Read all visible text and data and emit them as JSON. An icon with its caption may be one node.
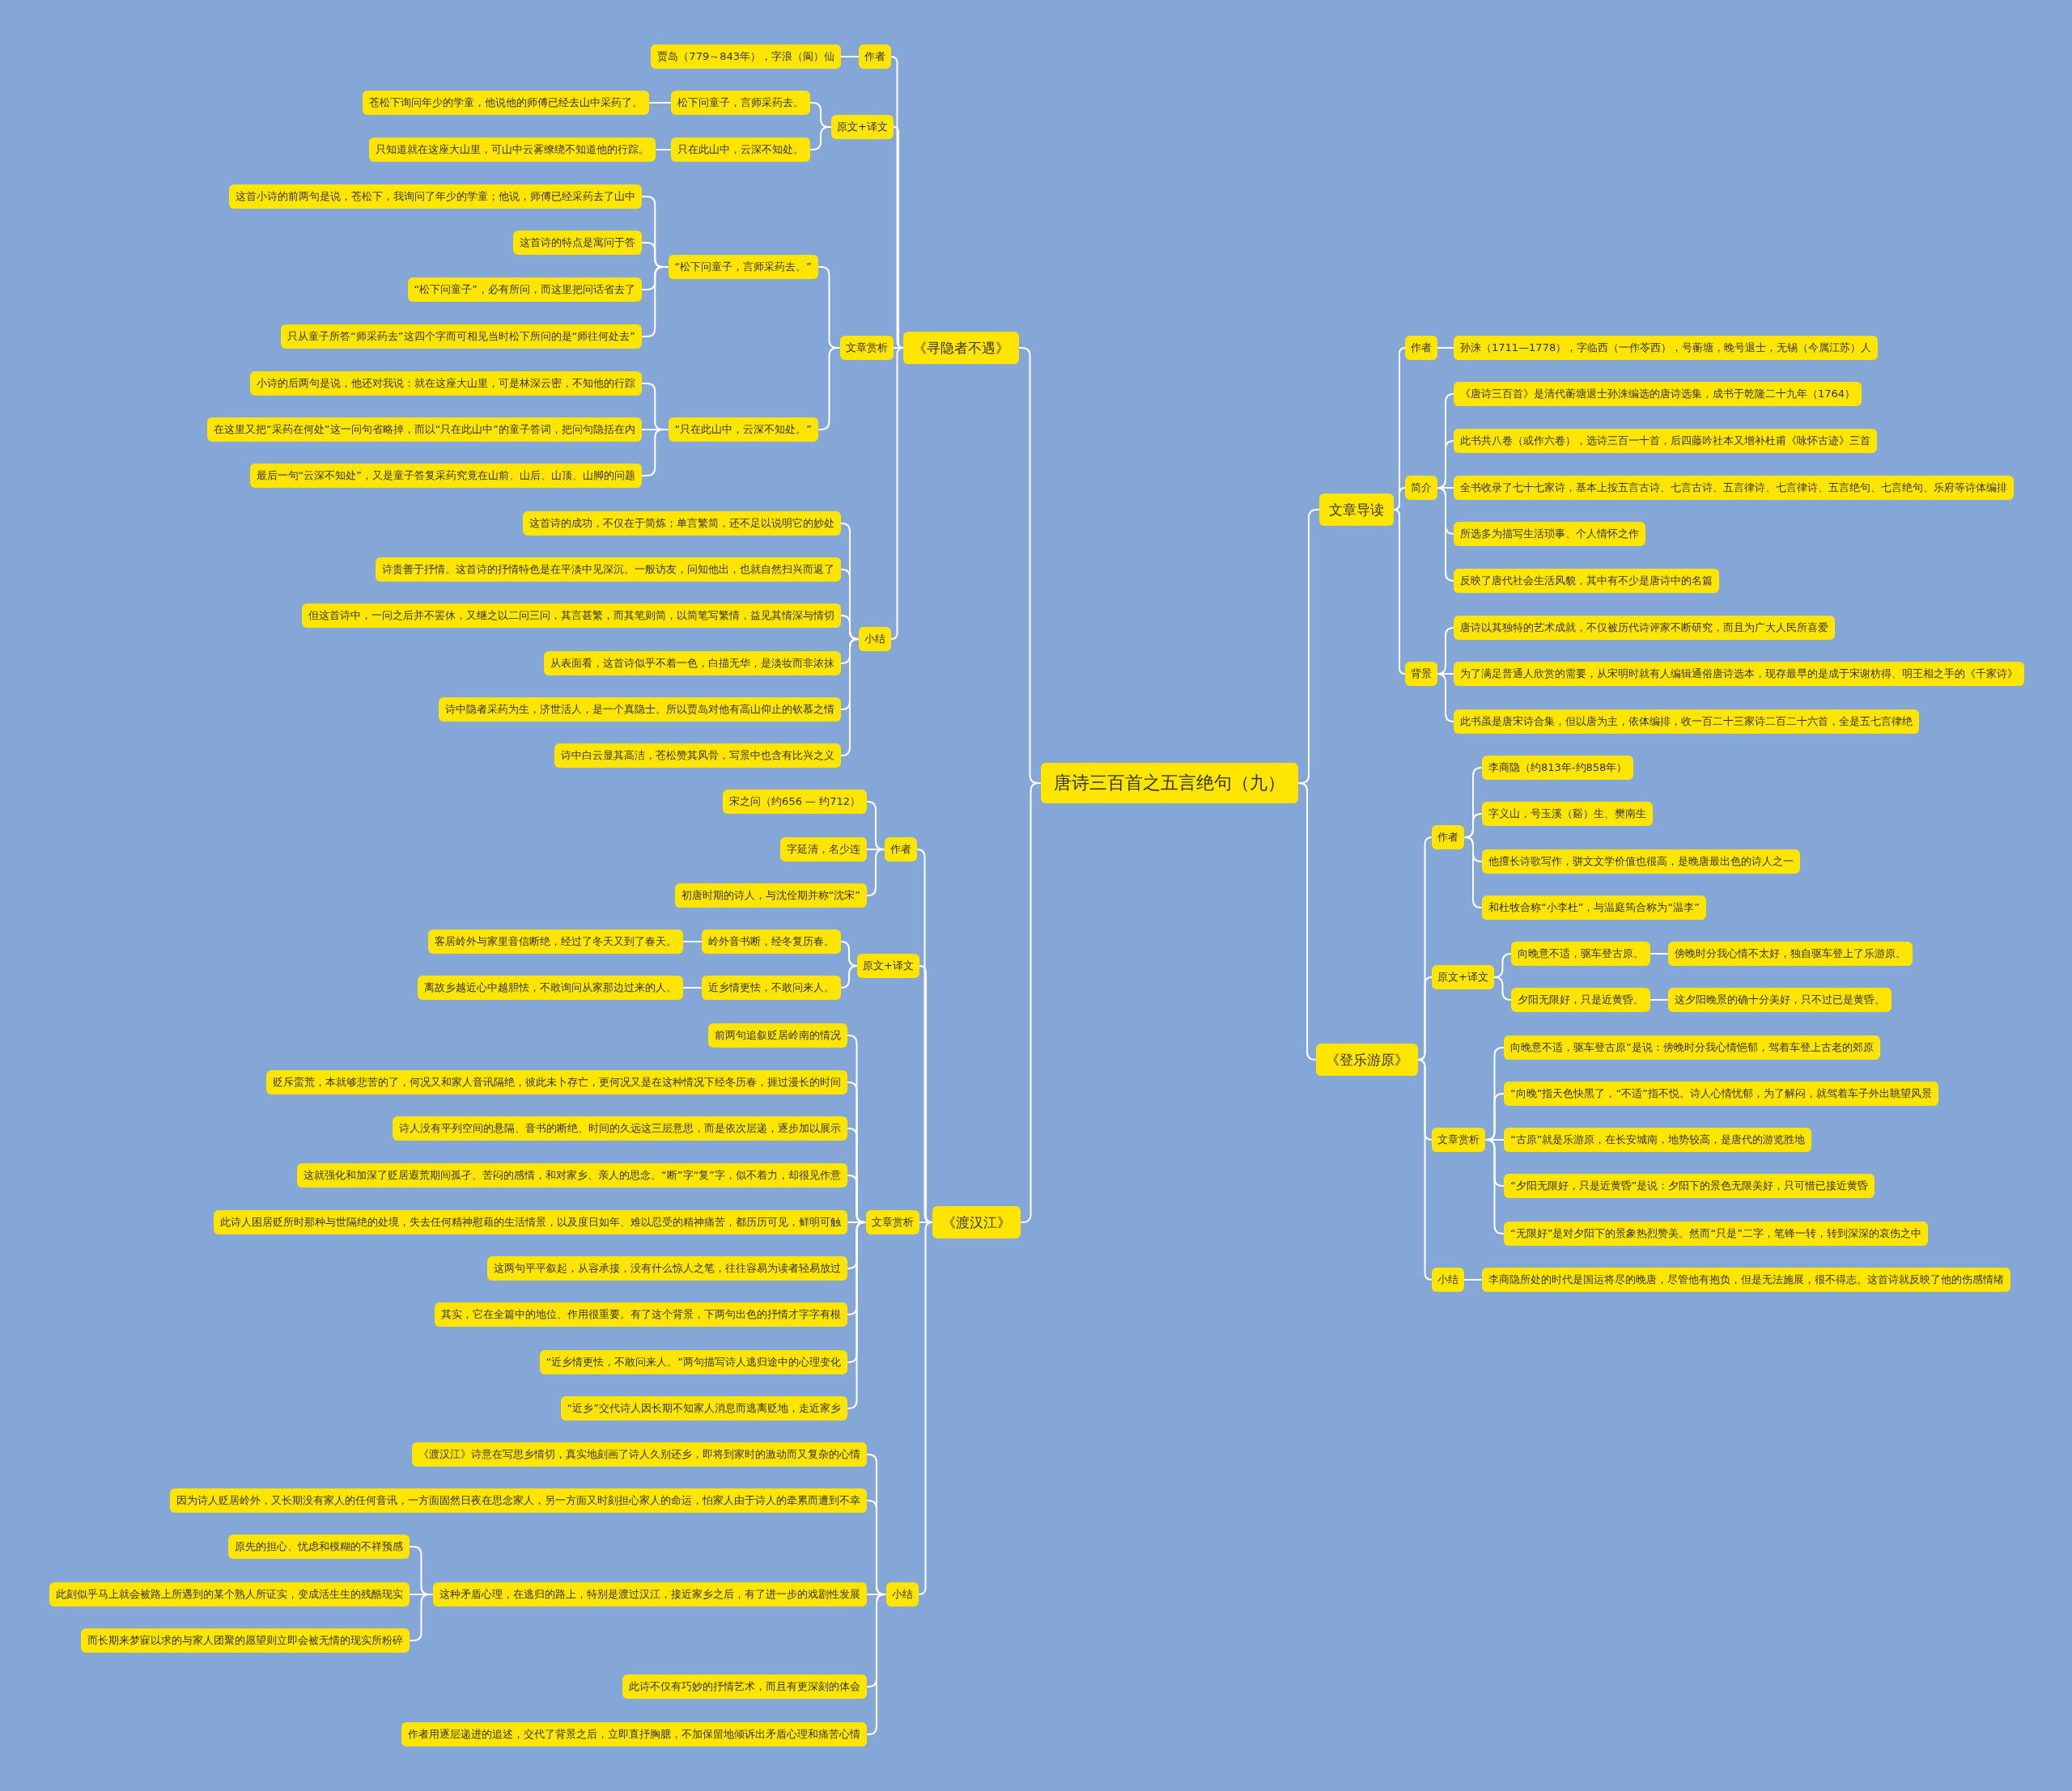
{
  "diagram": {
    "nodes": [
      {
        "text": [
          "唐诗三百首之五言绝句（九）"
        ]
      },
      {
        "text": [
          "《寻隐者不遇》"
        ]
      },
      {
        "text": [
          "作者"
        ]
      },
      {
        "text": [
          "贾岛（779～843年），字浪（阆）仙"
        ]
      },
      {
        "text": [
          "原文+译文"
        ]
      },
      {
        "text": [
          "松下问童子，言师采药去。"
        ]
      },
      {
        "text": [
          "苍松下询问年少的学童，他说他的师傅已经去山中采药了。"
        ]
      },
      {
        "text": [
          "只在此山中，云深不知处。"
        ]
      },
      {
        "text": [
          "只知道就在这座大山里，可山中云雾缭绕不知道他的行踪。"
        ]
      },
      {
        "text": [
          "文章赏析"
        ]
      },
      {
        "text": [
          "“松下问童子，言师采药去。”"
        ]
      },
      {
        "text": [
          "这首小诗的前两句是说，苍松下，我询问了年少的学童；他说，师傅已经采药去了山中"
        ]
      },
      {
        "text": [
          "这首诗的特点是寓问于答"
        ]
      },
      {
        "text": [
          "“松下问童子”，必有所问，而这里把问话省去了"
        ]
      },
      {
        "text": [
          "只从童子所答“师采药去”这四个字而可相见当时松下所问的是“师往何处去”"
        ]
      },
      {
        "text": [
          "“只在此山中，云深不知处。”"
        ]
      },
      {
        "text": [
          "小诗的后两句是说，他还对我说：就在这座大山里，可是林深云密，不知他的行踪"
        ]
      },
      {
        "text": [
          "在这里又把“采药在何处”这一问句省略掉，而以“只在此山中”的童子答词，把问句隐括在内"
        ]
      },
      {
        "text": [
          "最后一句“云深不知处”，又是童子答复采药究竟在山前、山后、山顶、山脚的问题"
        ]
      },
      {
        "text": [
          "小结"
        ]
      },
      {
        "text": [
          "这首诗的成功，不仅在于简炼；单言繁简，还不足以说明它的妙处"
        ]
      },
      {
        "text": [
          "诗贵善于抒情。这首诗的抒情特色是在平淡中见深沉。一般访友，问知他出，也就自然扫兴而返了"
        ]
      },
      {
        "text": [
          "但这首诗中，一问之后并不罢休，又继之以二问三问，其言甚繁，而其笔则简，以简笔写繁情，益见其情深与情切"
        ]
      },
      {
        "text": [
          "从表面看，这首诗似乎不着一色，白描无华，是淡妆而非浓抹"
        ]
      },
      {
        "text": [
          "诗中隐者采药为生，济世活人，是一个真隐士。所以贾岛对他有高山仰止的钦慕之情"
        ]
      },
      {
        "text": [
          "诗中白云显其高洁，苍松赞其风骨，写景中也含有比兴之义"
        ]
      },
      {
        "text": [
          "《渡汉江》"
        ]
      },
      {
        "text": [
          "作者"
        ]
      },
      {
        "text": [
          "宋之问（约656 — 约712）"
        ]
      },
      {
        "text": [
          "字延清，名少连"
        ]
      },
      {
        "text": [
          "初唐时期的诗人，与沈佺期并称“沈宋”"
        ]
      },
      {
        "text": [
          "原文+译文"
        ]
      },
      {
        "text": [
          "岭外音书断，经冬复历春。"
        ]
      },
      {
        "text": [
          "客居岭外与家里音信断绝，经过了冬天又到了春天。"
        ]
      },
      {
        "text": [
          "近乡情更怯，不敢问来人。"
        ]
      },
      {
        "text": [
          "离故乡越近心中越胆怯，不敢询问从家那边过来的人。"
        ]
      },
      {
        "text": [
          "文章赏析"
        ]
      },
      {
        "text": [
          "前两句追叙贬居岭南的情况"
        ]
      },
      {
        "text": [
          "贬斥蛮荒，本就够悲苦的了，何况又和家人音讯隔绝，彼此未卜存亡，更何况又是在这种情况下经冬历春，捱过漫长的时间"
        ]
      },
      {
        "text": [
          "诗人没有平列空间的悬隔、音书的断绝、时间的久远这三层意思，而是依次层递，逐步加以展示"
        ]
      },
      {
        "text": [
          "这就强化和加深了贬居遐荒期间孤孑、苦闷的感情，和对家乡、亲人的思念。“断”字“复”字，似不着力，却很见作意"
        ]
      },
      {
        "text": [
          "此诗人困居贬所时那种与世隔绝的处境，失去任何精神慰藉的生活情景，以及度日如年、难以忍受的精神痛苦，都历历可见，鲜明可触"
        ]
      },
      {
        "text": [
          "这两句平平叙起，从容承接，没有什么惊人之笔，往往容易为读者轻易放过"
        ]
      },
      {
        "text": [
          "其实，它在全篇中的地位、作用很重要。有了这个背景，下两句出色的抒情才字字有根"
        ]
      },
      {
        "text": [
          "“近乡情更怯，不敢问来人。”两句描写诗人逃归途中的心理变化"
        ]
      },
      {
        "text": [
          "“近乡”交代诗人因长期不知家人消息而逃离贬地，走近家乡"
        ]
      },
      {
        "text": [
          "小结"
        ]
      },
      {
        "text": [
          "《渡汉江》诗意在写思乡情切，真实地刻画了诗人久别还乡，即将到家时的激动而又复杂的心情"
        ]
      },
      {
        "text": [
          "因为诗人贬居岭外，又长期没有家人的任何音讯，一方面固然日夜在思念家人，另一方面又时刻担心家人的命运，怕家人由于诗人的牵累而遭到不幸"
        ]
      },
      {
        "text": [
          "这种矛盾心理，在逃归的路上，特别是渡过汉江，接近家乡之后，有了进一步的戏剧性发展"
        ]
      },
      {
        "text": [
          "原先的担心、忧虑和模糊的不祥预感"
        ]
      },
      {
        "text": [
          "此刻似乎马上就会被路上所遇到的某个熟人所证实，变成活生生的残酷现实"
        ]
      },
      {
        "text": [
          "而长期来梦寐以求的与家人团聚的愿望则立即会被无情的现实所粉碎"
        ]
      },
      {
        "text": [
          "此诗不仅有巧妙的抒情艺术，而且有更深刻的体会"
        ]
      },
      {
        "text": [
          "作者用逐层递进的追述，交代了背景之后，立即直抒胸臆，不加保留地倾诉出矛盾心理和痛苦心情"
        ]
      },
      {
        "text": [
          "文章导读"
        ]
      },
      {
        "text": [
          "作者"
        ]
      },
      {
        "text": [
          "孙洙（1711—1778），字临西（一作苓西），号蘅塘，晚号退士，无锡（今属江苏）人"
        ]
      },
      {
        "text": [
          "简介"
        ]
      },
      {
        "text": [
          "《唐诗三百首》是清代蘅塘退士孙洙编选的唐诗选集，成书于乾隆二十九年（1764）"
        ]
      },
      {
        "text": [
          "此书共八卷（或作六卷），选诗三百一十首，后四藤吟社本又增补杜甫《咏怀古迹》三首"
        ]
      },
      {
        "text": [
          "全书收录了七十七家诗，基本上按五言古诗、七言古诗、五言律诗、七言律诗、五言绝句、七言绝句、乐府等诗体编排"
        ]
      },
      {
        "text": [
          "所选多为描写生活琐事、个人情怀之作"
        ]
      },
      {
        "text": [
          "反映了唐代社会生活风貌，其中有不少是唐诗中的名篇"
        ]
      },
      {
        "text": [
          "背景"
        ]
      },
      {
        "text": [
          "唐诗以其独特的艺术成就，不仅被历代诗评家不断研究，而且为广大人民所喜爱"
        ]
      },
      {
        "text": [
          "为了满足普通人欣赏的需要，从宋明时就有人编辑通俗唐诗选本，现存最早的是成于宋谢枋得、明王相之手的《千家诗》"
        ]
      },
      {
        "text": [
          "此书虽是唐宋诗合集，但以唐为主，依体编排，收一百二十三家诗二百二十六首，全是五七言律绝"
        ]
      },
      {
        "text": [
          "《登乐游原》"
        ]
      },
      {
        "text": [
          "作者"
        ]
      },
      {
        "text": [
          "李商隐（约813年-约858年）"
        ]
      },
      {
        "text": [
          "字义山，号玉溪（谿）生、樊南生"
        ]
      },
      {
        "text": [
          "他擅长诗歌写作，骈文文学价值也很高，是晚唐最出色的诗人之一"
        ]
      },
      {
        "text": [
          "和杜牧合称“小李杜”，与温庭筠合称为“温李”"
        ]
      },
      {
        "text": [
          "原文+译文"
        ]
      },
      {
        "text": [
          "向晚意不适，驱车登古原。"
        ]
      },
      {
        "text": [
          "傍晚时分我心情不太好，独自驱车登上了乐游原。"
        ]
      },
      {
        "text": [
          "夕阳无限好，只是近黄昏。"
        ]
      },
      {
        "text": [
          "这夕阳晚景的确十分美好，只不过已是黄昏。"
        ]
      },
      {
        "text": [
          "文章赏析"
        ]
      },
      {
        "text": [
          "向晚意不适，驱车登古原”是说：傍晚时分我心情悒郁，驾着车登上古老的郊原"
        ]
      },
      {
        "text": [
          "“向晚”指天色快黑了，“不适”指不悦。诗人心情忧郁，为了解闷，就驾着车子外出眺望风景"
        ]
      },
      {
        "text": [
          "“古原”就是乐游原，在长安城南，地势较高，是唐代的游览胜地"
        ]
      },
      {
        "text": [
          "“夕阳无限好，只是近黄昏”是说：夕阳下的景色无限美好，只可惜已接近黄昏"
        ]
      },
      {
        "text": [
          "“无限好”是对夕阳下的景象热烈赞美。然而“只是”二字，笔锋一转，转到深深的哀伤之中"
        ]
      },
      {
        "text": [
          "小结"
        ]
      },
      {
        "text": [
          "李商隐所处的时代是国运将尽的晚唐，尽管他有抱负，但是无法施展，很不得志。这首诗就反映了他的伤感情绪"
        ]
      }
    ],
    "edges": [
      {
        "from": 0,
        "to": 1,
        "arrow": "none"
      },
      {
        "from": 1,
        "to": 2,
        "arrow": "none"
      },
      {
        "from": 2,
        "to": 3,
        "arrow": "none"
      },
      {
        "from": 1,
        "to": 4,
        "arrow": "none"
      },
      {
        "from": 4,
        "to": 5,
        "arrow": "none"
      },
      {
        "from": 5,
        "to": 6,
        "arrow": "none"
      },
      {
        "from": 4,
        "to": 7,
        "arrow": "none"
      },
      {
        "from": 7,
        "to": 8,
        "arrow": "none"
      },
      {
        "from": 1,
        "to": 9,
        "arrow": "none"
      },
      {
        "from": 9,
        "to": 10,
        "arrow": "none"
      },
      {
        "from": 10,
        "to": 11,
        "arrow": "none"
      },
      {
        "from": 10,
        "to": 12,
        "arrow": "none"
      },
      {
        "from": 10,
        "to": 13,
        "arrow": "none"
      },
      {
        "from": 10,
        "to": 14,
        "arrow": "none"
      },
      {
        "from": 9,
        "to": 15,
        "arrow": "none"
      },
      {
        "from": 15,
        "to": 16,
        "arrow": "none"
      },
      {
        "from": 15,
        "to": 17,
        "arrow": "none"
      },
      {
        "from": 15,
        "to": 18,
        "arrow": "none"
      },
      {
        "from": 1,
        "to": 19,
        "arrow": "none"
      },
      {
        "from": 19,
        "to": 20,
        "arrow": "none"
      },
      {
        "from": 19,
        "to": 21,
        "arrow": "none"
      },
      {
        "from": 19,
        "to": 22,
        "arrow": "none"
      },
      {
        "from": 19,
        "to": 23,
        "arrow": "none"
      },
      {
        "from": 19,
        "to": 24,
        "arrow": "none"
      },
      {
        "from": 19,
        "to": 25,
        "arrow": "none"
      },
      {
        "from": 0,
        "to": 26,
        "arrow": "none"
      },
      {
        "from": 26,
        "to": 27,
        "arrow": "none"
      },
      {
        "from": 27,
        "to": 28,
        "arrow": "none"
      },
      {
        "from": 27,
        "to": 29,
        "arrow": "none"
      },
      {
        "from": 27,
        "to": 30,
        "arrow": "none"
      },
      {
        "from": 26,
        "to": 31,
        "arrow": "none"
      },
      {
        "from": 31,
        "to": 32,
        "arrow": "none"
      },
      {
        "from": 32,
        "to": 33,
        "arrow": "none"
      },
      {
        "from": 31,
        "to": 34,
        "arrow": "none"
      },
      {
        "from": 34,
        "to": 35,
        "arrow": "none"
      },
      {
        "from": 26,
        "to": 36,
        "arrow": "none"
      },
      {
        "from": 36,
        "to": 37,
        "arrow": "none"
      },
      {
        "from": 36,
        "to": 38,
        "arrow": "none"
      },
      {
        "from": 36,
        "to": 39,
        "arrow": "none"
      },
      {
        "from": 36,
        "to": 40,
        "arrow": "none"
      },
      {
        "from": 36,
        "to": 41,
        "arrow": "none"
      },
      {
        "from": 36,
        "to": 42,
        "arrow": "none"
      },
      {
        "from": 36,
        "to": 43,
        "arrow": "none"
      },
      {
        "from": 36,
        "to": 44,
        "arrow": "none"
      },
      {
        "from": 36,
        "to": 45,
        "arrow": "none"
      },
      {
        "from": 26,
        "to": 46,
        "arrow": "none"
      },
      {
        "from": 46,
        "to": 47,
        "arrow": "none"
      },
      {
        "from": 46,
        "to": 48,
        "arrow": "none"
      },
      {
        "from": 46,
        "to": 49,
        "arrow": "none"
      },
      {
        "from": 49,
        "to": 50,
        "arrow": "none"
      },
      {
        "from": 49,
        "to": 51,
        "arrow": "none"
      },
      {
        "from": 49,
        "to": 52,
        "arrow": "none"
      },
      {
        "from": 46,
        "to": 53,
        "arrow": "none"
      },
      {
        "from": 46,
        "to": 54,
        "arrow": "none"
      },
      {
        "from": 0,
        "to": 55,
        "arrow": "none"
      },
      {
        "from": 55,
        "to": 56,
        "arrow": "none"
      },
      {
        "from": 56,
        "to": 57,
        "arrow": "none"
      },
      {
        "from": 55,
        "to": 58,
        "arrow": "none"
      },
      {
        "from": 58,
        "to": 59,
        "arrow": "none"
      },
      {
        "from": 58,
        "to": 60,
        "arrow": "none"
      },
      {
        "from": 58,
        "to": 61,
        "arrow": "none"
      },
      {
        "from": 58,
        "to": 62,
        "arrow": "none"
      },
      {
        "from": 58,
        "to": 63,
        "arrow": "none"
      },
      {
        "from": 55,
        "to": 64,
        "arrow": "none"
      },
      {
        "from": 64,
        "to": 65,
        "arrow": "none"
      },
      {
        "from": 64,
        "to": 66,
        "arrow": "none"
      },
      {
        "from": 64,
        "to": 67,
        "arrow": "none"
      },
      {
        "from": 0,
        "to": 68,
        "arrow": "none"
      },
      {
        "from": 68,
        "to": 69,
        "arrow": "none"
      },
      {
        "from": 69,
        "to": 70,
        "arrow": "none"
      },
      {
        "from": 69,
        "to": 71,
        "arrow": "none"
      },
      {
        "from": 69,
        "to": 72,
        "arrow": "none"
      },
      {
        "from": 69,
        "to": 73,
        "arrow": "none"
      },
      {
        "from": 68,
        "to": 74,
        "arrow": "none"
      },
      {
        "from": 74,
        "to": 75,
        "arrow": "none"
      },
      {
        "from": 75,
        "to": 76,
        "arrow": "none"
      },
      {
        "from": 74,
        "to": 77,
        "arrow": "none"
      },
      {
        "from": 77,
        "to": 78,
        "arrow": "none"
      },
      {
        "from": 68,
        "to": 79,
        "arrow": "none"
      },
      {
        "from": 79,
        "to": 80,
        "arrow": "none"
      },
      {
        "from": 79,
        "to": 81,
        "arrow": "none"
      },
      {
        "from": 79,
        "to": 82,
        "arrow": "none"
      },
      {
        "from": 79,
        "to": 83,
        "arrow": "none"
      },
      {
        "from": 79,
        "to": 84,
        "arrow": "none"
      },
      {
        "from": 68,
        "to": 85,
        "arrow": "none"
      },
      {
        "from": 85,
        "to": 86,
        "arrow": "none"
      }
    ]
  }
}
